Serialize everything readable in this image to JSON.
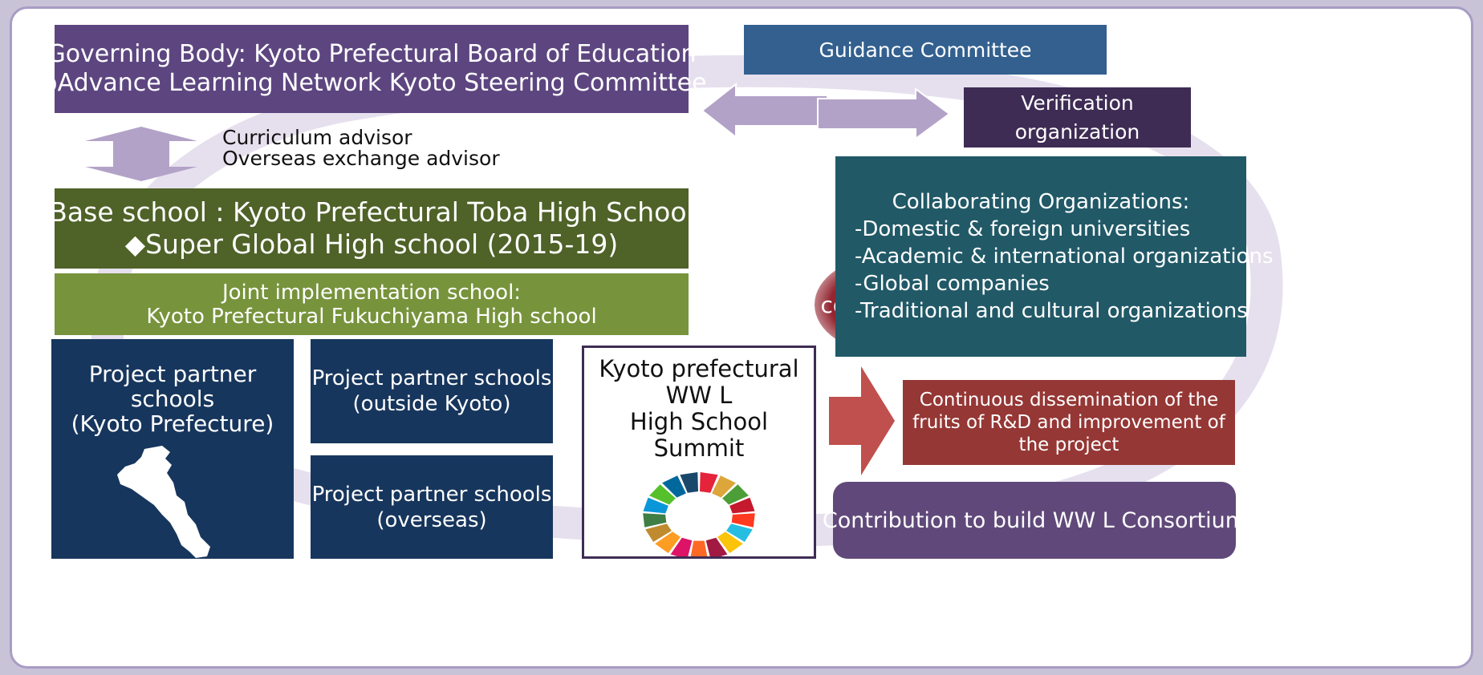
{
  "colors": {
    "purple": "#5d4680",
    "blue": "#33608f",
    "dark_purple": "#3e2c54",
    "dark_green": "#4f6228",
    "olive": "#77933c",
    "navy": "#17365d",
    "teal": "#215967",
    "red": "#953735",
    "consortium": "#60497a",
    "arrow_lilac": "#b3a2c7",
    "arrow_red": "#c0504d"
  },
  "governing": {
    "line1": "Governing Body: Kyoto Prefectural Board of Education",
    "line2": "◎Advance Learning Network Kyoto Steering Committee"
  },
  "guidance_committee": "Guidance Committee",
  "verification": {
    "line1": "Verification",
    "line2": "organization"
  },
  "advisors": {
    "line1": "Curriculum advisor",
    "line2": "Overseas exchange advisor"
  },
  "base_school": {
    "line1": "Base school : Kyoto Prefectural Toba High School",
    "line2": "◆Super Global High school (2015-19)"
  },
  "cooperation": "cooperation",
  "joint_school": {
    "line1": "Joint implementation school:",
    "line2": "Kyoto Prefectural Fukuchiyama High school"
  },
  "collaborating": {
    "title": "Collaborating Organizations:",
    "items": [
      "-Domestic & foreign universities",
      "-Academic & international organizations",
      "-Global companies",
      "-Traditional and cultural organizations"
    ]
  },
  "partner_kyoto": {
    "line1": "Project partner",
    "line2": "schools",
    "line3": "(Kyoto Prefecture)"
  },
  "partner_outside": {
    "line1": "Project partner schools",
    "line2": "(outside Kyoto)"
  },
  "partner_overseas": {
    "line1": "Project partner schools",
    "line2": "(overseas)"
  },
  "summit": {
    "line1": "Kyoto prefectural",
    "line2": "WW L",
    "line3": "High School",
    "line4": "Summit"
  },
  "dissemination": {
    "line1": "Continuous dissemination of the",
    "line2": "fruits of R&D and improvement of",
    "line3": "the project"
  },
  "consortium": "Contribution to build WW L  Consortium",
  "sdg_wheel": {
    "colors": [
      "#e5243b",
      "#dda63a",
      "#4c9f38",
      "#c5192d",
      "#ff3a21",
      "#26bde2",
      "#fcc30b",
      "#a21942",
      "#fd6925",
      "#dd1367",
      "#fd9d24",
      "#bf8b2e",
      "#3f7e44",
      "#0a97d9",
      "#56c02b",
      "#00689d",
      "#19486a"
    ]
  }
}
